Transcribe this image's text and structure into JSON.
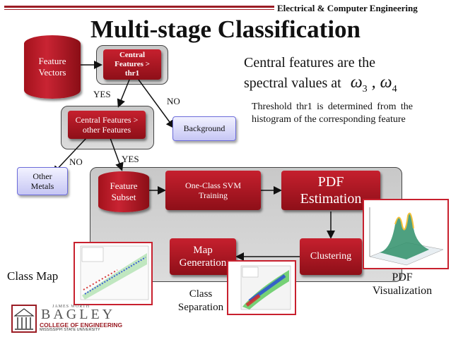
{
  "header": {
    "department": "Electrical & Computer Engineering",
    "title": "Multi-stage Classification"
  },
  "nodes": {
    "feature_vectors": "Feature Vectors",
    "central_thr1": "Central Features > thr1",
    "central_other": "Central Features > other Features",
    "background": "Background",
    "other_metals": "Other Metals",
    "feature_subset": "Feature Subset",
    "ocsvm": "One-Class SVM Training",
    "pdf_estimation": "PDF Estimation",
    "clustering": "Clustering",
    "map_generation": "Map Generation"
  },
  "edge_labels": {
    "yes1": "YES",
    "no1": "NO",
    "no2": "NO",
    "yes2": "YES"
  },
  "notes": {
    "central_line1": "Central features are the",
    "central_line2": "spectral values at",
    "omega3_sub": "3",
    "omega4_sub": "4",
    "threshold": "Threshold thr1 is determined from the histogram of the corresponding feature"
  },
  "captions": {
    "class_map": "Class Map",
    "class_separation_line1": "Class",
    "class_separation_line2": "Separation",
    "pdf_viz_line1": "PDF",
    "pdf_viz_line2": "Visualization"
  },
  "logo": {
    "top": "JAMES WORTH",
    "name": "BAGLEY",
    "college": "COLLEGE OF ENGINEERING",
    "university": "MISSISSIPPI STATE UNIVERSITY"
  },
  "colors": {
    "accent": "#9b1c24",
    "box_red": "#c6202e",
    "box_blue": "#c6c6f4"
  }
}
